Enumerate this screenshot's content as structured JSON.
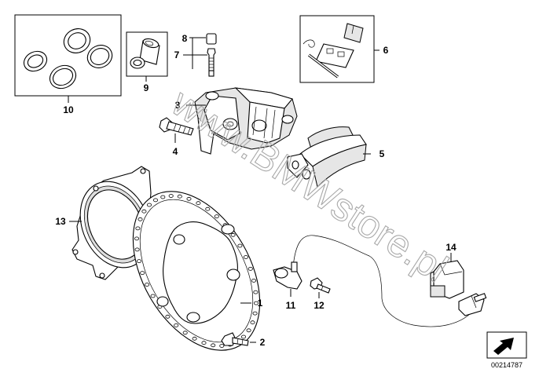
{
  "watermark": "www.BMWstore.pl",
  "diagram_number": "00214787",
  "callouts": {
    "c1": "1",
    "c2": "2",
    "c3": "3",
    "c4": "4",
    "c5": "5",
    "c6": "6",
    "c7": "7",
    "c8": "8",
    "c9": "9",
    "c10": "10",
    "c11": "11",
    "c12": "12",
    "c13": "13",
    "c14": "14"
  }
}
